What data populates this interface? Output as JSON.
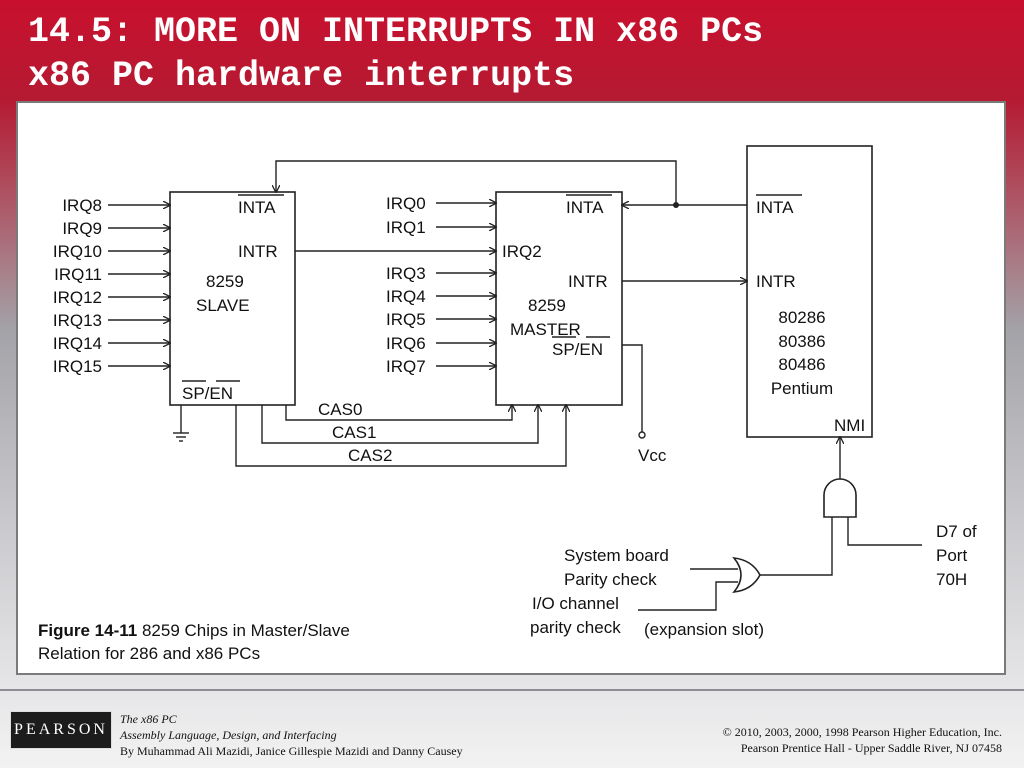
{
  "slide": {
    "title_line1": "14.5: MORE ON INTERRUPTS IN x86 PCs",
    "title_line2": "x86 PC hardware interrupts"
  },
  "diagram": {
    "slave_irq_labels": [
      "IRQ8",
      "IRQ9",
      "IRQ10",
      "IRQ11",
      "IRQ12",
      "IRQ13",
      "IRQ14",
      "IRQ15"
    ],
    "master_irq_labels": [
      "IRQ0",
      "IRQ1",
      "IRQ3",
      "IRQ4",
      "IRQ5",
      "IRQ6",
      "IRQ7"
    ],
    "slave_chip": {
      "inta": "INTA",
      "intr": "INTR",
      "name": "8259",
      "role": "SLAVE",
      "sp_en": "SP/EN"
    },
    "master_chip": {
      "inta": "INTA",
      "irq2": "IRQ2",
      "intr": "INTR",
      "name": "8259",
      "role": "MASTER",
      "sp_en": "SP/EN"
    },
    "cpu_chip": {
      "inta": "INTA",
      "intr": "INTR",
      "models": [
        "80286",
        "80386",
        "80486",
        "Pentium"
      ],
      "nmi": "NMI"
    },
    "cas_labels": [
      "CAS0",
      "CAS1",
      "CAS2"
    ],
    "vcc": "Vcc",
    "port_label": [
      "D7 of",
      "Port",
      "70H"
    ],
    "parity_labels": [
      "System board",
      "Parity check",
      "I/O channel",
      "parity check"
    ],
    "expansion_label": "(expansion slot)"
  },
  "caption": {
    "label": "Figure 14-11",
    "text_line1": "8259 Chips in Master/Slave",
    "text_line2": "Relation for 286 and x86 PCs"
  },
  "footer": {
    "logo": "PEARSON",
    "book_title": "The x86 PC",
    "book_subtitle": "Assembly Language, Design, and Interfacing",
    "authors": "By Muhammad Ali Mazidi, Janice Gillespie Mazidi and Danny Causey",
    "copyright": "© 2010, 2003, 2000, 1998 Pearson Higher Education, Inc.",
    "publisher": "Pearson Prentice Hall - Upper Saddle River, NJ 07458"
  }
}
